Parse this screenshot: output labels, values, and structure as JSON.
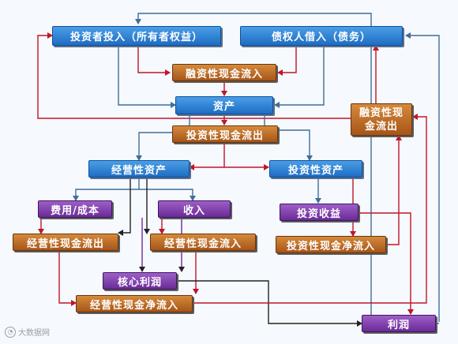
{
  "nodes": {
    "owner_investment": "投资者投入（所有者权益）",
    "creditor_borrowing": "债权人借入（债务）",
    "financing_inflow": "融资性现金流入",
    "assets": "资产",
    "financing_net": "融资性现金流出",
    "investing_outflow": "投资性现金流出",
    "operating_assets": "经营性资产",
    "investing_assets": "投资性资产",
    "expense_cost": "费用/成本",
    "revenue": "收入",
    "investment_income": "投资收益",
    "operating_outflow": "经营性现金流出",
    "operating_inflow": "经营性现金流入",
    "investing_net": "投资性现金净流入",
    "core_profit": "核心利润",
    "operating_net": "经营性现金净流入",
    "profit": "利润"
  },
  "watermark": "大数据网",
  "colors": {
    "blue_line": "#3f6f9a",
    "red_line": "#c0152a",
    "black_line": "#222222"
  }
}
